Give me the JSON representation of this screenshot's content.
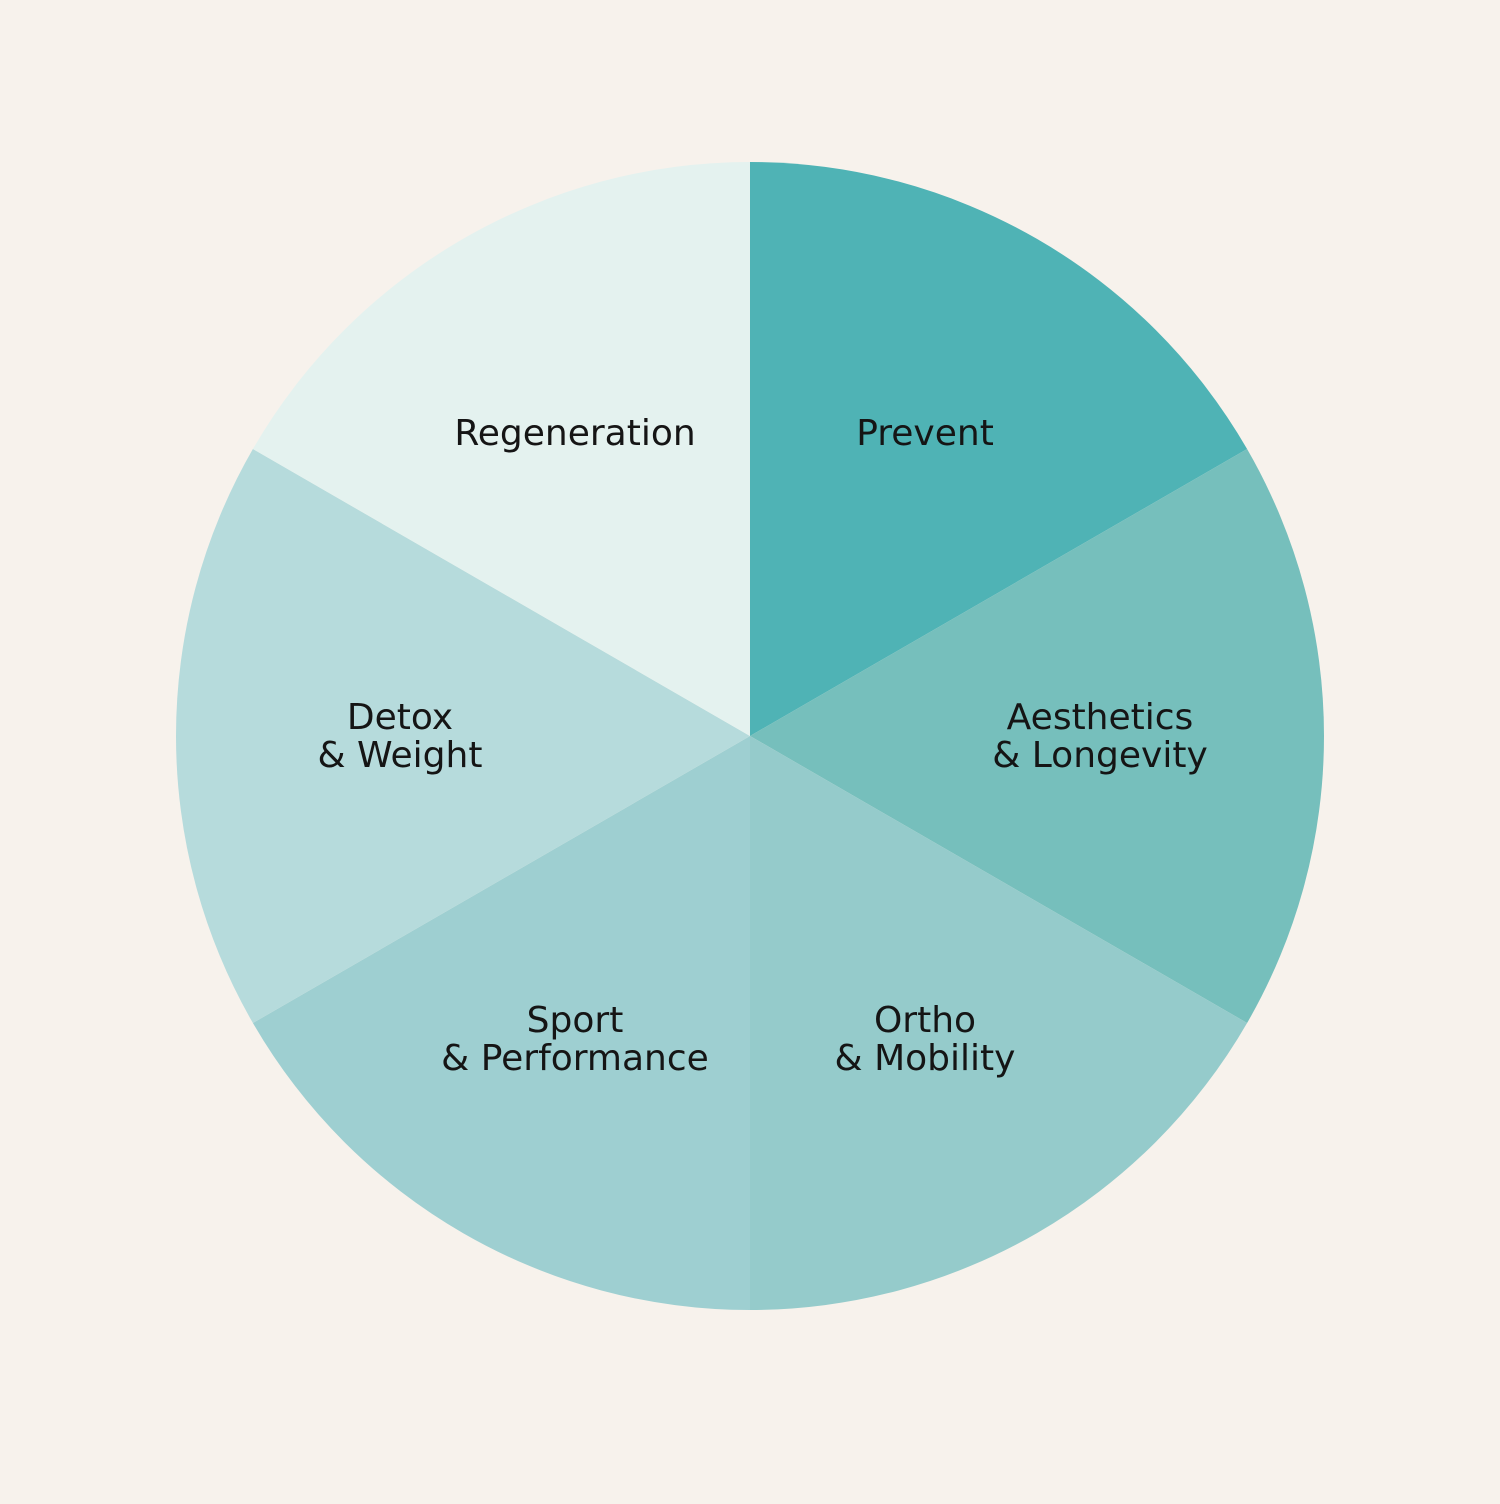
{
  "background_color": "#F7F2EC",
  "chart_data": {
    "type": "pie",
    "title": "",
    "start_angle_deg": 0,
    "direction": "clockwise",
    "slices": [
      {
        "label_lines": [
          "Prevent"
        ],
        "value": 1,
        "color": "#4FB3B5"
      },
      {
        "label_lines": [
          "Aesthetics",
          "& Longevity"
        ],
        "value": 1,
        "color": "#76BFBC"
      },
      {
        "label_lines": [
          "Ortho",
          "& Mobility"
        ],
        "value": 1,
        "color": "#95CBCB"
      },
      {
        "label_lines": [
          "Sport",
          "& Performance"
        ],
        "value": 1,
        "color": "#9ECFD1"
      },
      {
        "label_lines": [
          "Detox",
          "& Weight"
        ],
        "value": 1,
        "color": "#B6DBDC"
      },
      {
        "label_lines": [
          "Regeneration"
        ],
        "value": 1,
        "color": "#E4F2EF"
      }
    ]
  }
}
